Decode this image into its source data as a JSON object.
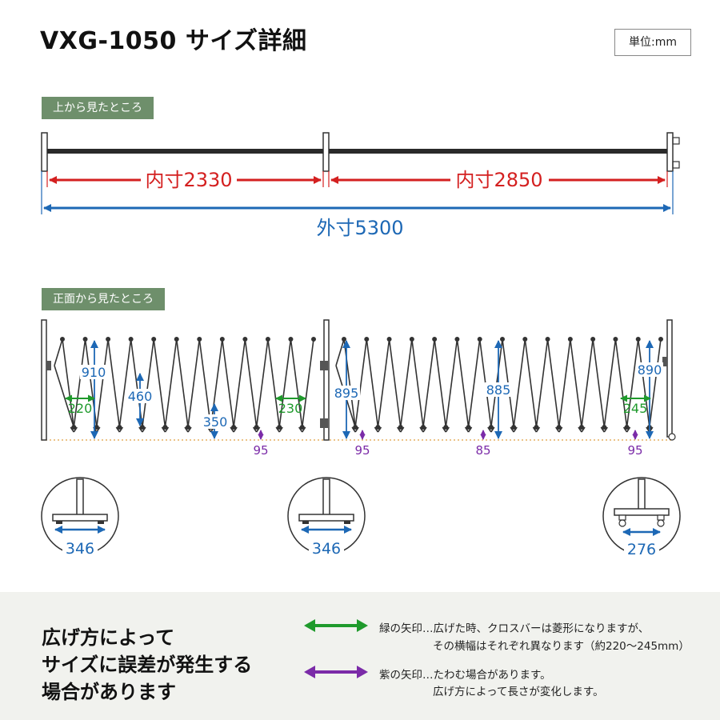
{
  "title": "VXG-1050 サイズ詳細",
  "unit": "単位:mm",
  "top_view": {
    "label": "上から見たところ",
    "inner_left": "内寸2330",
    "inner_right": "内寸2850",
    "outer": "外寸5300"
  },
  "front_view": {
    "label": "正面から見たところ",
    "dims": {
      "h910": "910",
      "h460": "460",
      "h350": "350",
      "w220": "220",
      "w230": "230",
      "h895": "895",
      "h885": "885",
      "h890": "890",
      "w245": "245",
      "g95a": "95",
      "g95b": "95",
      "g85": "85",
      "g95c": "95"
    }
  },
  "feet": {
    "left": "346",
    "middle": "346",
    "right": "276"
  },
  "notes": {
    "headline": [
      "広げ方によって",
      "サイズに誤差が発生する",
      "場合があります"
    ],
    "green_line1": "緑の矢印…広げた時、クロスバーは菱形になりますが、",
    "green_line2": "その横幅はそれぞれ異なります（約220～245mm）",
    "purple_line1": "紫の矢印…たわむ場合があります。",
    "purple_line2": "広げ方によって長さが変化します。"
  },
  "colors": {
    "red": "#d42020",
    "blue": "#1d68b5",
    "green": "#1f9a2c",
    "purple": "#7b2ba8",
    "frame": "#333333"
  }
}
